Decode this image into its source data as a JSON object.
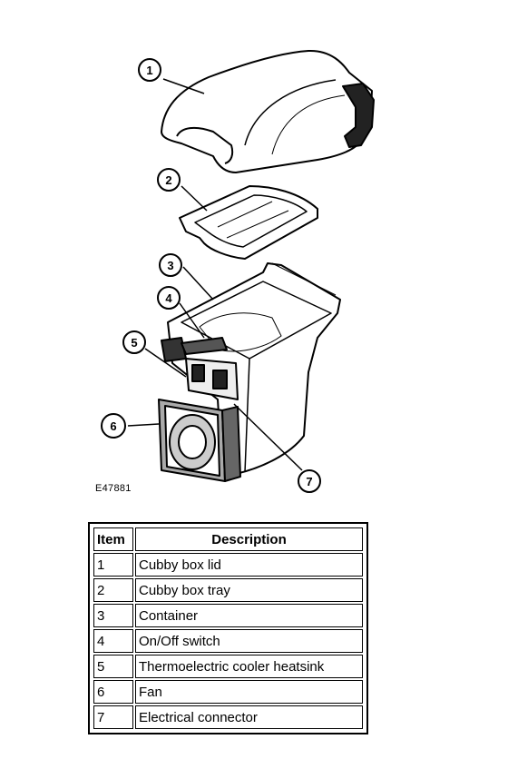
{
  "figure_id": "E47881",
  "callouts": [
    {
      "num": "1"
    },
    {
      "num": "2"
    },
    {
      "num": "3"
    },
    {
      "num": "4"
    },
    {
      "num": "5"
    },
    {
      "num": "6"
    },
    {
      "num": "7"
    }
  ],
  "table": {
    "header_item": "Item",
    "header_description": "Description",
    "rows": [
      {
        "item": "1",
        "description": "Cubby box lid"
      },
      {
        "item": "2",
        "description": "Cubby box tray"
      },
      {
        "item": "3",
        "description": "Container"
      },
      {
        "item": "4",
        "description": "On/Off switch"
      },
      {
        "item": "5",
        "description": "Thermoelectric cooler heatsink"
      },
      {
        "item": "6",
        "description": "Fan"
      },
      {
        "item": "7",
        "description": "Electrical connector"
      }
    ]
  }
}
